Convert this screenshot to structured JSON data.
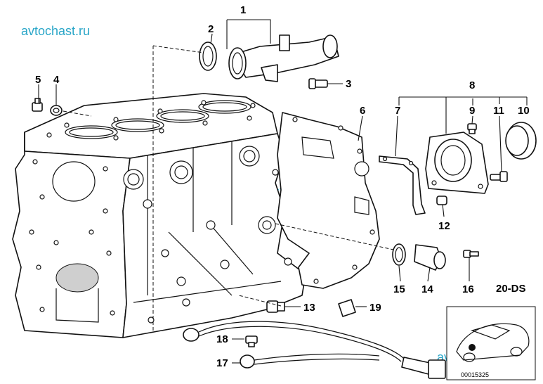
{
  "watermark": "avtochast.ru",
  "diagram_code": "20-DS",
  "image_number": "00015325",
  "callouts": {
    "c1": "1",
    "c2": "2",
    "c3": "3",
    "c4": "4",
    "c5": "5",
    "c6": "6",
    "c7": "7",
    "c8": "8",
    "c9": "9",
    "c10": "10",
    "c11": "11",
    "c12": "12",
    "c13": "13",
    "c14": "14",
    "c15": "15",
    "c16": "16",
    "c17": "17",
    "c18": "18",
    "c19": "19"
  }
}
